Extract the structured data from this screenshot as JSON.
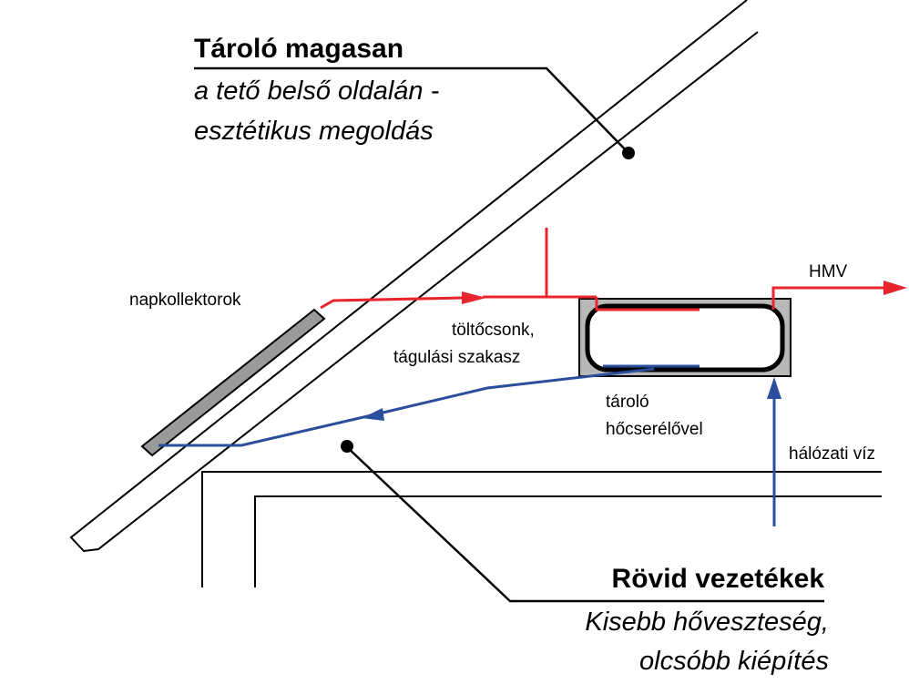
{
  "top_callout": {
    "title": "Tároló magasan",
    "line1": "a tető belső oldalán -",
    "line2": "esztétikus megoldás"
  },
  "bottom_callout": {
    "title": "Rövid vezetékek",
    "line1": "Kisebb hőveszteség,",
    "line2": "olcsóbb kiépítés"
  },
  "labels": {
    "collectors": "napkollektorok",
    "filling_line1": "töltőcsonk,",
    "filling_line2": "tágulási szakasz",
    "storage_line1": "tároló",
    "storage_line2": "hőcserélővel",
    "hot_water": "HMV",
    "mains_water": "hálózati víz"
  },
  "colors": {
    "hot_pipe": "#e8242c",
    "cold_pipe": "#2a4d9c",
    "collector_fill": "#9a9a9a",
    "tank_fill": "#b8b8b8"
  }
}
